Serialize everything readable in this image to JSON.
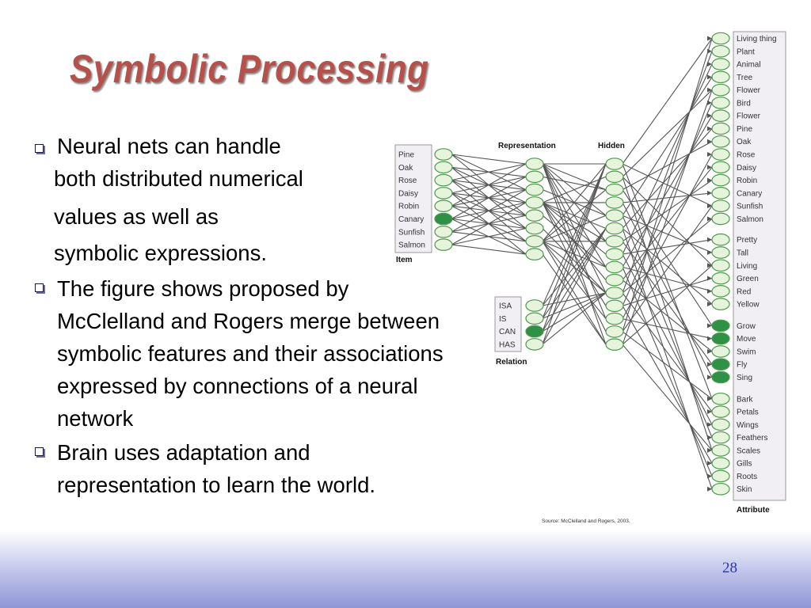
{
  "slide": {
    "title": "Symbolic Processing",
    "page_number": "28"
  },
  "bullets": {
    "b1_line1": "Neural nets can handle",
    "b1_line2": "both distributed numerical",
    "b1_line3": "values as well as",
    "b1_line4": "symbolic expressions.",
    "b2": "The figure shows proposed by McClelland and Rogers merge between symbolic features and their associations expressed by connections of a neural network",
    "b3": "Brain uses adaptation and representation to learn the world."
  },
  "figure": {
    "headers": {
      "representation": "Representation",
      "hidden": "Hidden",
      "item": "Item",
      "relation": "Relation",
      "attribute": "Attribute"
    },
    "items": [
      "Pine",
      "Oak",
      "Rose",
      "Daisy",
      "Robin",
      "Canary",
      "Sunfish",
      "Salmon"
    ],
    "active_item": "Canary",
    "relations": [
      "ISA",
      "IS",
      "CAN",
      "HAS"
    ],
    "active_relation": "CAN",
    "attributes": [
      "Living thing",
      "Plant",
      "Animal",
      "Tree",
      "Flower",
      "Bird",
      "Flower",
      "Pine",
      "Oak",
      "Rose",
      "Daisy",
      "Robin",
      "Canary",
      "Sunfish",
      "Salmon",
      "Pretty",
      "Tall",
      "Living",
      "Green",
      "Red",
      "Yellow",
      "Grow",
      "Move",
      "Swim",
      "Fly",
      "Sing",
      "Bark",
      "Petals",
      "Wings",
      "Feathers",
      "Scales",
      "Gills",
      "Roots",
      "Skin"
    ],
    "active_attributes": [
      "Grow",
      "Move",
      "Fly",
      "Sing"
    ],
    "representation_unit_count": 8,
    "hidden_unit_count": 15,
    "source": "Source: McClelland and Rogers, 2003.",
    "colors": {
      "node_fill": "#e6f4dc",
      "node_stroke": "#4e9a4c",
      "active_fill": "#2f9146",
      "connection": "#555555",
      "label_box": "#f1eef4"
    }
  }
}
